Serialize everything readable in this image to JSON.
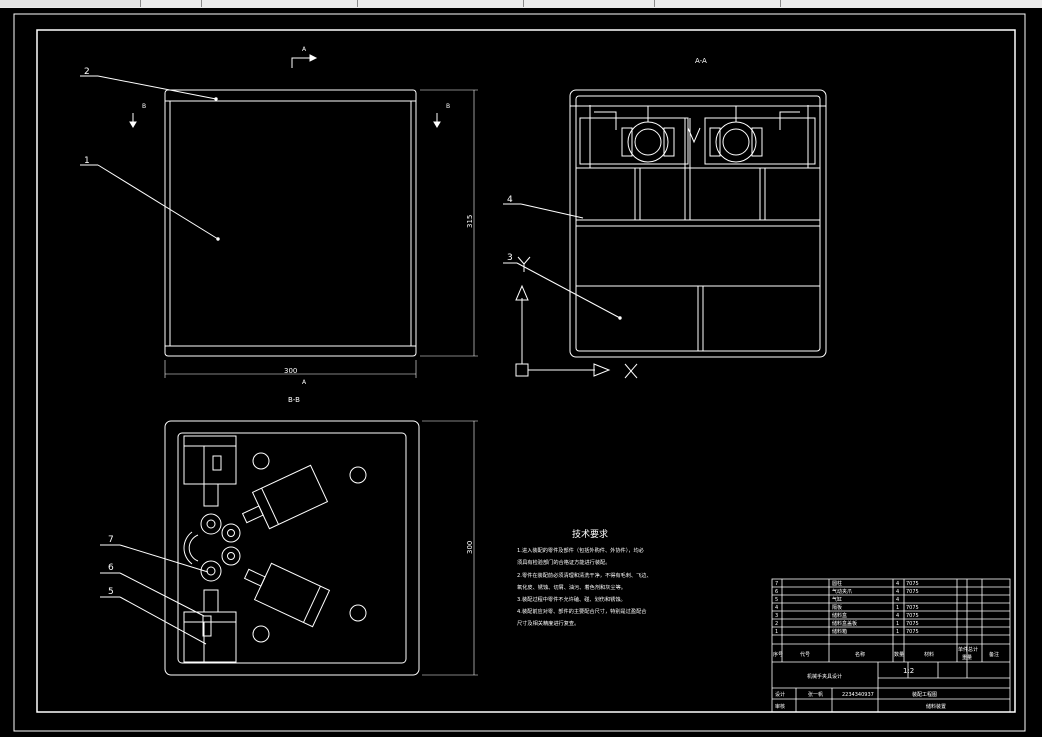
{
  "cad": {
    "background": "#000000",
    "line_color": "#ffffff",
    "accent": "#1e90ff"
  },
  "views": {
    "front": {
      "section_marks": {
        "a": "A",
        "b": "B"
      },
      "dims": {
        "width": "300",
        "height": "315"
      }
    },
    "section_aa": {
      "title": "A-A",
      "axis_x": "X",
      "axis_y": "Y"
    },
    "section_bb": {
      "title": "B-B",
      "dim_height": "300"
    }
  },
  "balloons": [
    "1",
    "2",
    "3",
    "4",
    "5",
    "6",
    "7"
  ],
  "tech_notes": {
    "title": "技术要求",
    "lines": [
      "1.进入装配的零件及部件（包括外购件、外协件），均必",
      "须具有检验部门的合格证方能进行装配。",
      "2.零件在装配前必须清理和清洗干净，不得有毛刺、飞边、",
      "氧化皮、锈蚀、切屑、油污、着色剂和灰尘等。",
      "3.装配过程中零件不允许磕、碰、划伤和锈蚀。",
      "4.装配前应对零、部件的主要配合尺寸，特别是过盈配合",
      "尺寸及相关精度进行复查。"
    ]
  },
  "bom": {
    "rows": [
      {
        "no": "7",
        "name": "圆柱",
        "qty": "4",
        "mat": "7075"
      },
      {
        "no": "6",
        "name": "气动夹爪",
        "qty": "4",
        "mat": "7075"
      },
      {
        "no": "5",
        "name": "气缸",
        "qty": "4",
        "mat": ""
      },
      {
        "no": "4",
        "name": "隔板",
        "qty": "1",
        "mat": "7075"
      },
      {
        "no": "3",
        "name": "储料盒",
        "qty": "4",
        "mat": "7075"
      },
      {
        "no": "2",
        "name": "储料盒盖板",
        "qty": "1",
        "mat": "7075"
      },
      {
        "no": "1",
        "name": "储料箱",
        "qty": "1",
        "mat": "7075"
      }
    ],
    "header": {
      "no": "序号",
      "code": "代号",
      "name": "名称",
      "qty": "数量",
      "mat": "材料",
      "unit": "单件",
      "total": "总计",
      "weight": "重量",
      "remark": "备注"
    }
  },
  "title_block": {
    "scale": "1:2",
    "designer_label": "设计",
    "checker_label": "审核",
    "tag": "张一帆",
    "code": "2234340937",
    "left_note": "机械手夹具设计",
    "drawing_name": "装配工程图",
    "sub_name": "储料装置"
  }
}
